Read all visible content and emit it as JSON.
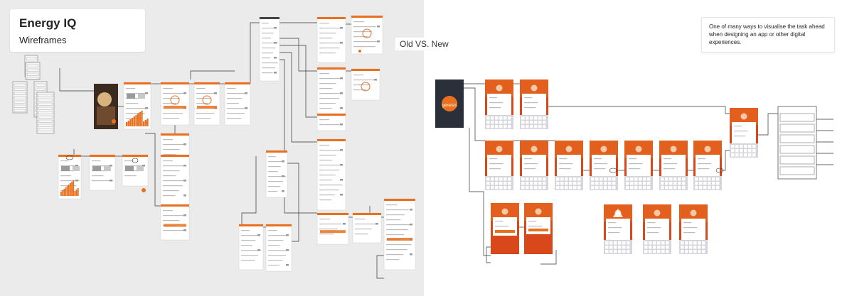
{
  "header": {
    "title": "Energy IQ",
    "subtitle": "Wireframes"
  },
  "compare_label": "Old VS. New",
  "note": "One of many ways to visualise the task ahead when designing an app or other digital experiences.",
  "logo_text": "genesis",
  "colors": {
    "left_background": "#ebebeb",
    "right_background": "#ffffff",
    "accent_orange": "#e8701f",
    "dark_orange": "#d9481b",
    "connector": "#333333",
    "dark_splash": "#2b2f3a"
  }
}
